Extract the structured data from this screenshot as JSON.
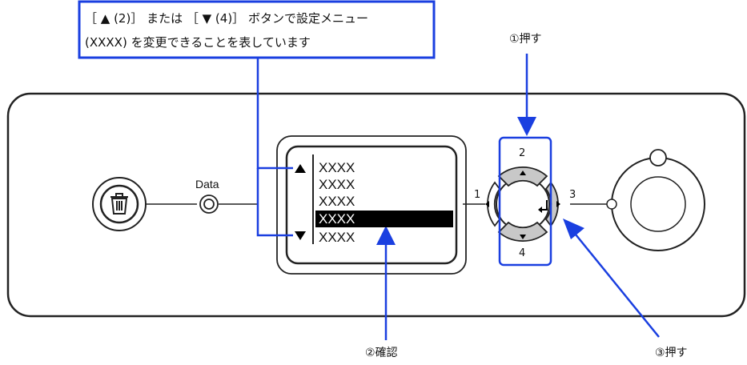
{
  "callout": {
    "line1": "［ ▲ (2)］ または ［ ▼ (4)］ ボタンで設定メニュー",
    "line2": "(XXXX) を変更できることを表しています"
  },
  "steps": {
    "press_top": "①押す",
    "confirm": "②確認",
    "press_right": "③押す"
  },
  "panel": {
    "data_label": "Data",
    "lcd_items": [
      "XXXX",
      "XXXX",
      "XXXX",
      "XXXX",
      "XXXX"
    ],
    "lcd_selected_index": 3,
    "button_numbers": {
      "left": "1",
      "top": "2",
      "right": "3",
      "bottom": "4"
    }
  },
  "colors": {
    "callout": "#1a3fe0",
    "panel_stroke": "#222222",
    "button_fill": "#c8c8c8",
    "lcd_highlight": "#000000"
  }
}
